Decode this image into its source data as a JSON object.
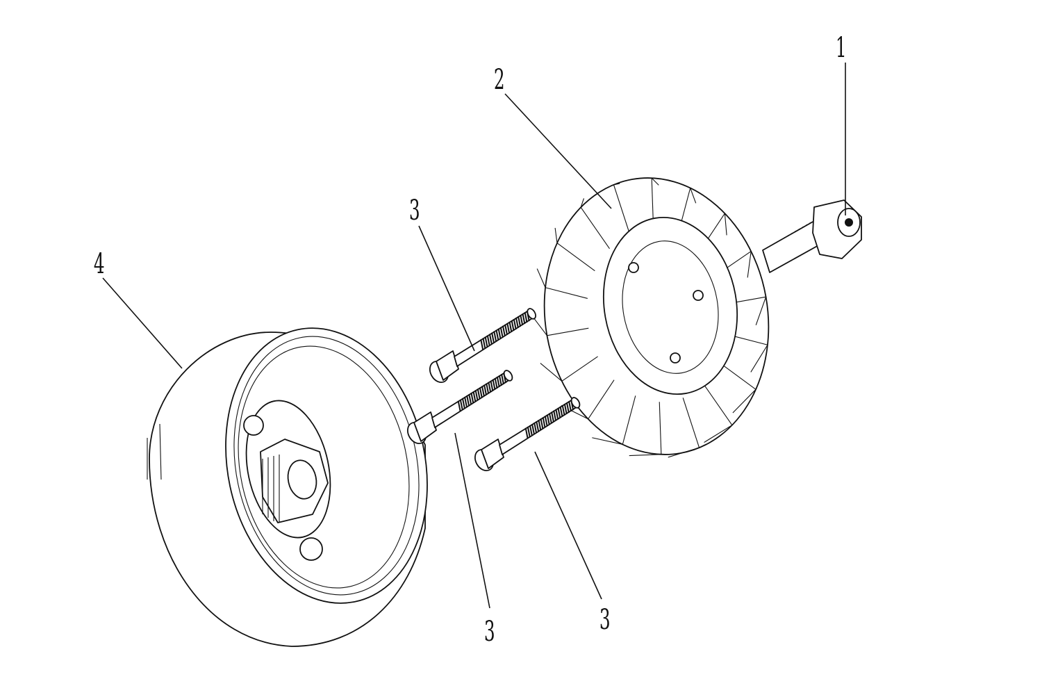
{
  "diagram": {
    "callouts": [
      {
        "id": "c1",
        "label": "1"
      },
      {
        "id": "c2",
        "label": "2"
      },
      {
        "id": "c3a",
        "label": "3"
      },
      {
        "id": "c3b",
        "label": "3"
      },
      {
        "id": "c3c",
        "label": "3"
      },
      {
        "id": "c4",
        "label": "4"
      }
    ]
  }
}
